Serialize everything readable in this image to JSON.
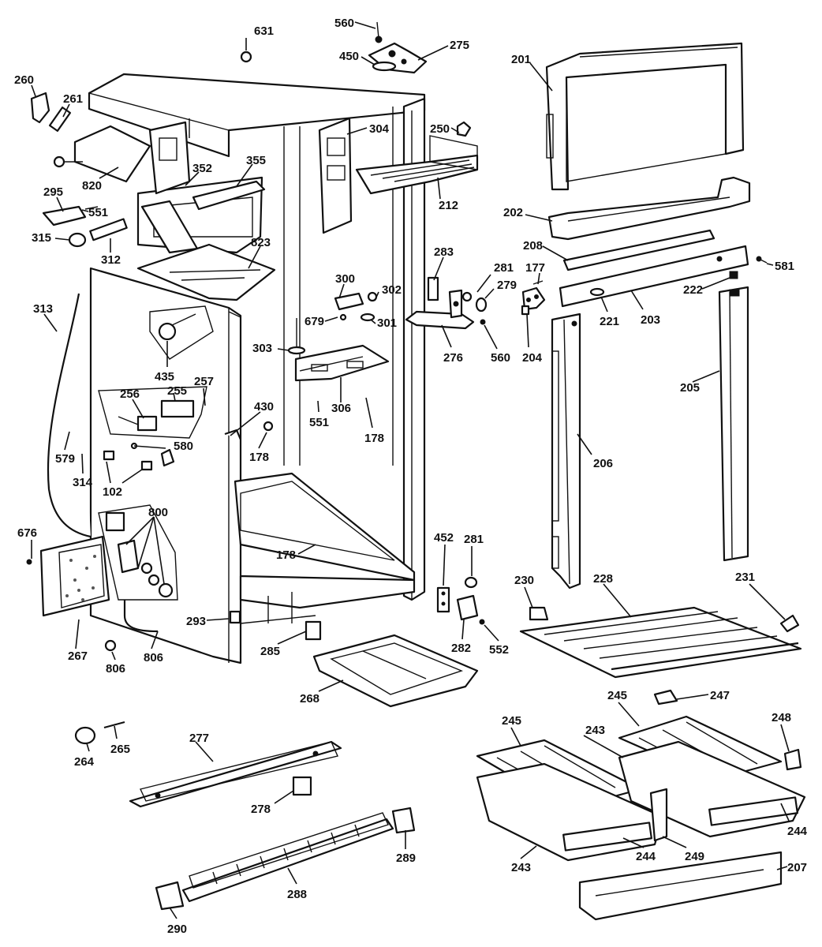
{
  "diagram": {
    "parts": [
      {
        "id": "p631",
        "text": "631"
      },
      {
        "id": "p560a",
        "text": "560"
      },
      {
        "id": "p275",
        "text": "275"
      },
      {
        "id": "p450",
        "text": "450"
      },
      {
        "id": "p201",
        "text": "201"
      },
      {
        "id": "p260",
        "text": "260"
      },
      {
        "id": "p261",
        "text": "261"
      },
      {
        "id": "p304",
        "text": "304"
      },
      {
        "id": "p250",
        "text": "250"
      },
      {
        "id": "p355",
        "text": "355"
      },
      {
        "id": "p352",
        "text": "352"
      },
      {
        "id": "p820",
        "text": "820"
      },
      {
        "id": "p212",
        "text": "212"
      },
      {
        "id": "p295",
        "text": "295"
      },
      {
        "id": "p551a",
        "text": "551"
      },
      {
        "id": "p202",
        "text": "202"
      },
      {
        "id": "p315",
        "text": "315"
      },
      {
        "id": "p312",
        "text": "312"
      },
      {
        "id": "p823",
        "text": "823"
      },
      {
        "id": "p208",
        "text": "208"
      },
      {
        "id": "p283",
        "text": "283"
      },
      {
        "id": "p177",
        "text": "177"
      },
      {
        "id": "p581",
        "text": "581"
      },
      {
        "id": "p281a",
        "text": "281"
      },
      {
        "id": "p300",
        "text": "300"
      },
      {
        "id": "p302",
        "text": "302"
      },
      {
        "id": "p279",
        "text": "279"
      },
      {
        "id": "p222",
        "text": "222"
      },
      {
        "id": "p313",
        "text": "313"
      },
      {
        "id": "p679",
        "text": "679"
      },
      {
        "id": "p301",
        "text": "301"
      },
      {
        "id": "p221",
        "text": "221"
      },
      {
        "id": "p203",
        "text": "203"
      },
      {
        "id": "p560b",
        "text": "560"
      },
      {
        "id": "p303",
        "text": "303"
      },
      {
        "id": "p276",
        "text": "276"
      },
      {
        "id": "p204",
        "text": "204"
      },
      {
        "id": "p435",
        "text": "435"
      },
      {
        "id": "p257",
        "text": "257"
      },
      {
        "id": "p256",
        "text": "256"
      },
      {
        "id": "p255",
        "text": "255"
      },
      {
        "id": "p306",
        "text": "306"
      },
      {
        "id": "p205",
        "text": "205"
      },
      {
        "id": "p430",
        "text": "430"
      },
      {
        "id": "p551b",
        "text": "551"
      },
      {
        "id": "p178a",
        "text": "178"
      },
      {
        "id": "p178b",
        "text": "178"
      },
      {
        "id": "p580",
        "text": "580"
      },
      {
        "id": "p579",
        "text": "579"
      },
      {
        "id": "p206",
        "text": "206"
      },
      {
        "id": "p314",
        "text": "314"
      },
      {
        "id": "p102",
        "text": "102"
      },
      {
        "id": "p800",
        "text": "800"
      },
      {
        "id": "p452",
        "text": "452"
      },
      {
        "id": "p281b",
        "text": "281"
      },
      {
        "id": "p676",
        "text": "676"
      },
      {
        "id": "p178c",
        "text": "178"
      },
      {
        "id": "p230",
        "text": "230"
      },
      {
        "id": "p228",
        "text": "228"
      },
      {
        "id": "p231",
        "text": "231"
      },
      {
        "id": "p293",
        "text": "293"
      },
      {
        "id": "p285",
        "text": "285"
      },
      {
        "id": "p282",
        "text": "282"
      },
      {
        "id": "p552",
        "text": "552"
      },
      {
        "id": "p267",
        "text": "267"
      },
      {
        "id": "p806a",
        "text": "806"
      },
      {
        "id": "p806b",
        "text": "806"
      },
      {
        "id": "p268",
        "text": "268"
      },
      {
        "id": "p245a",
        "text": "245"
      },
      {
        "id": "p247",
        "text": "247"
      },
      {
        "id": "p245b",
        "text": "245"
      },
      {
        "id": "p248",
        "text": "248"
      },
      {
        "id": "p243a",
        "text": "243"
      },
      {
        "id": "p277",
        "text": "277"
      },
      {
        "id": "p265",
        "text": "265"
      },
      {
        "id": "p264",
        "text": "264"
      },
      {
        "id": "p278",
        "text": "278"
      },
      {
        "id": "p244a",
        "text": "244"
      },
      {
        "id": "p289",
        "text": "289"
      },
      {
        "id": "p244b",
        "text": "244"
      },
      {
        "id": "p249",
        "text": "249"
      },
      {
        "id": "p243b",
        "text": "243"
      },
      {
        "id": "p207",
        "text": "207"
      },
      {
        "id": "p288",
        "text": "288"
      },
      {
        "id": "p290",
        "text": "290"
      }
    ]
  }
}
